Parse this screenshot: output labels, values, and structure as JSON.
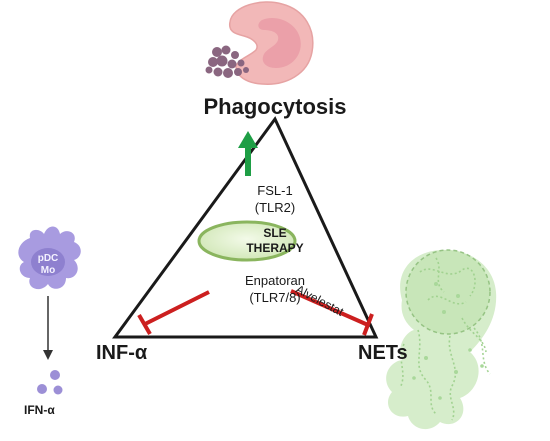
{
  "nodes": {
    "top": "Phagocytosis",
    "left": "INF-α",
    "right": "NETs",
    "output": "IFN-α"
  },
  "center": {
    "line1": "SLE",
    "line2": "THERAPY"
  },
  "agents": {
    "fsl_name": "FSL-1",
    "fsl_target": "(TLR2)",
    "enp_name": "Enpatoran",
    "enp_target": "(TLR7/8)",
    "alv_name": "Alvelestat"
  },
  "cell": {
    "line1": "pDC",
    "line2": "Mo"
  },
  "colors": {
    "activate": "#1e9e45",
    "inhibit": "#cc1f1f",
    "center_fill": "#dff0cc",
    "center_stroke": "#8ab55e",
    "cell": "#a89be0",
    "cell_dot": "#9c8fd6",
    "neutrophil": "#f2b8b8",
    "neutrophil_nucleus": "#e89aa5",
    "granule": "#8a6680",
    "net": "#bfe3b0"
  },
  "icons": [
    "neutrophil-icon",
    "pdc-monocyte-icon",
    "ifn-particles-icon",
    "net-icon"
  ]
}
